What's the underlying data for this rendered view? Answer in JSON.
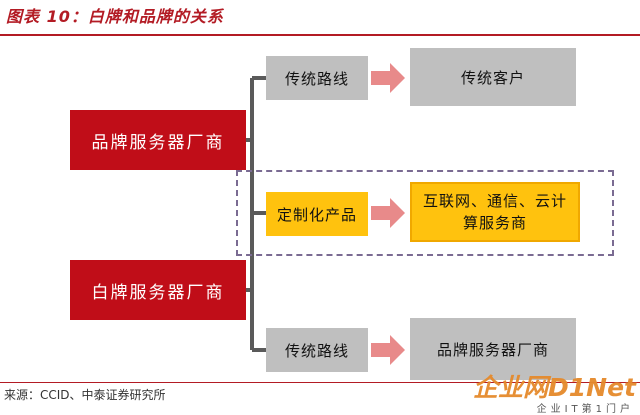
{
  "title": "图表 10：白牌和品牌的关系",
  "nodes": {
    "brand_vendor": "品牌服务器厂商",
    "whitebox_vendor": "白牌服务器厂商",
    "traditional_channel_top": "传统路线",
    "traditional_customer": "传统客户",
    "custom_product": "定制化产品",
    "internet_customers": "互联网、通信、云计算服务商",
    "traditional_channel_bottom": "传统路线",
    "brand_vendor_target": "品牌服务器厂商"
  },
  "source": "来源：CCID、中泰证券研究所",
  "watermark": {
    "top": "企业网D1Net",
    "bottom": "企业IT第1门户"
  },
  "colors": {
    "accent_red": "#c00d18",
    "gray_box": "#bfbfbf",
    "yellow_box": "#ffc20e",
    "arrow_pink": "#e88a8a",
    "connector": "#5a5a5a",
    "dash_frame": "#7a6b92"
  }
}
